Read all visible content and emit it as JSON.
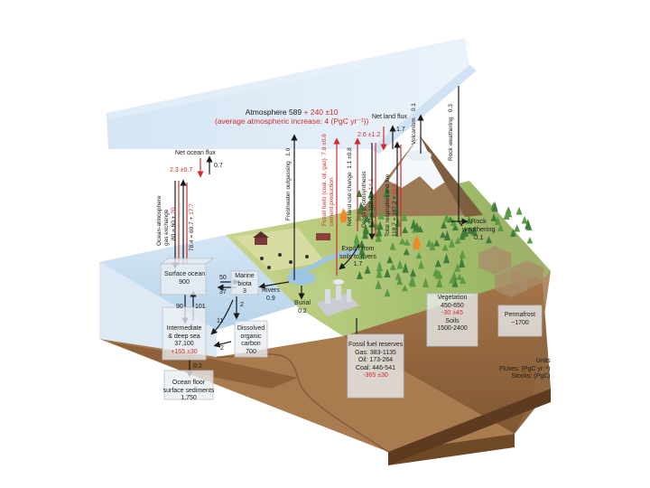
{
  "atmosphere": {
    "title": "Atmosphere 589",
    "increase": "+ 240 ±10",
    "increase_note": "(average atmospheric increase: 4 (PgC yr⁻¹))"
  },
  "ocean_flux": {
    "net_title": "Net ocean flux",
    "net_red": "2.3 ±0.7",
    "net_black": "0.7",
    "exchange_label": [
      "Ocean-atmosphere",
      "gas exchange"
    ],
    "down_black": "80 = 60 +",
    "down_red": "20",
    "up_black": "78.4 = 60.7 +",
    "up_red": "17.7"
  },
  "freshwater": {
    "label": "Freshwater outgassing",
    "value": "1.0"
  },
  "fossil_flux": {
    "label": [
      "Fossil fuels (coal, oil, gas)",
      "cement production"
    ],
    "value": "7.8 ±0.6"
  },
  "landuse": {
    "label": "Net land use change",
    "value": "1.1 ±0.8"
  },
  "land_flux": {
    "title": "Net land flux",
    "red": "2.6 ±1.2",
    "black": "1.7"
  },
  "photosynthesis": {
    "label": "Gross photosynthesis",
    "black": "123 = 108.9 +",
    "red": "14.1"
  },
  "respiration": {
    "label": "Total respiration and fire",
    "black": "118.7 = 107.2 +",
    "red": "11.6"
  },
  "volcanism": {
    "label": "Volcanism",
    "value": "0.1"
  },
  "rock_weathering_flux": {
    "label": "Rock weathering",
    "value": "0.3"
  },
  "rock_weathering_land": {
    "lines": [
      "Rock",
      "weathering",
      "0.1"
    ]
  },
  "export_rivers": {
    "lines": [
      "Export from",
      "soils to rivers",
      "1.7"
    ]
  },
  "surface_ocean": {
    "lines": [
      "Surface ocean",
      "900"
    ]
  },
  "marine_biota": {
    "lines": [
      "Marine",
      "biota",
      "3"
    ]
  },
  "intermediate": {
    "lines": [
      "Intermediate",
      "& deep sea",
      "37,100"
    ],
    "red": "+155 ±30"
  },
  "doc": {
    "lines": [
      "Dissolved",
      "organic",
      "carbon",
      "700"
    ]
  },
  "ocean_floor": {
    "lines": [
      "Ocean floor",
      "surface sediments",
      "1,750"
    ]
  },
  "rivers": {
    "lines": [
      "Rivers",
      "0.9"
    ]
  },
  "burial": {
    "lines": [
      "Burial",
      "0.2"
    ]
  },
  "vegetation": {
    "lines": [
      "Vegetation",
      "450-650"
    ],
    "red": "-30 ±45",
    "soils": [
      "Soils",
      "1500-2400"
    ]
  },
  "permafrost": {
    "lines": [
      "Permafrost",
      "~1700"
    ]
  },
  "fossil_reserves": {
    "title": "Fossil fuel reserves",
    "gas": "Gas: 383-1135",
    "oil": "Oil: 173-264",
    "coal": "Coal: 446-541",
    "red": "-365 ±30"
  },
  "ocean_numbers": {
    "n50": "50",
    "n37": "37",
    "n90": "90",
    "n101": "101",
    "n2": "2",
    "n11": "11",
    "n2b": "2",
    "n02": "0.2"
  },
  "units": {
    "title": "Units",
    "fluxes": "Fluxes: (PgC yr⁻¹)",
    "stocks": "Stocks: (PgC)"
  },
  "colors": {
    "anthropogenic": "#d32b2b",
    "natural": "#1a1a1a",
    "ocean": "#bcd8ee",
    "atmosphere": "#d6e7f5",
    "soil": "#8a5c35",
    "land": "#a9c46e"
  }
}
